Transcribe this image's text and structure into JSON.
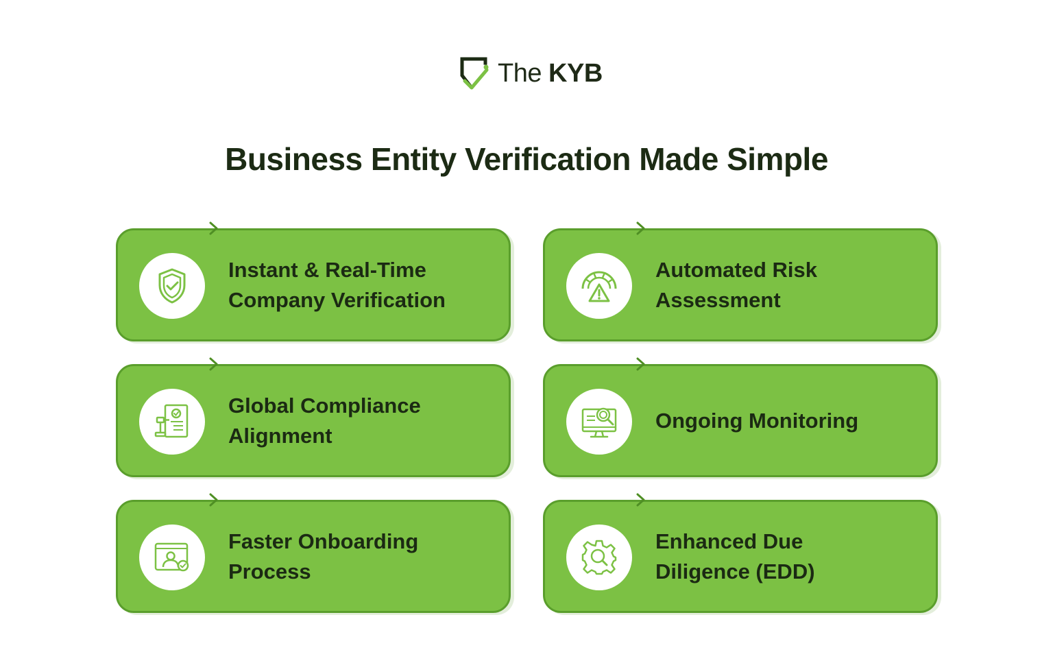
{
  "brand": {
    "name_thin": "The",
    "name_bold": "KYB",
    "accent_color": "#7cc144",
    "dark_color": "#1c2b14"
  },
  "title": "Business Entity Verification Made Simple",
  "cards": [
    {
      "label": "Instant & Real-Time\nCompany Verification",
      "icon": "shield-check-icon"
    },
    {
      "label": "Automated Risk\nAssessment",
      "icon": "risk-gauge-warning-icon"
    },
    {
      "label": "Global Compliance\nAlignment",
      "icon": "gavel-document-icon"
    },
    {
      "label": "Ongoing Monitoring",
      "icon": "monitor-magnifier-icon"
    },
    {
      "label": "Faster Onboarding\nProcess",
      "icon": "user-profile-check-icon"
    },
    {
      "label": "Enhanced Due\nDiligence (EDD)",
      "icon": "gear-search-icon"
    }
  ]
}
